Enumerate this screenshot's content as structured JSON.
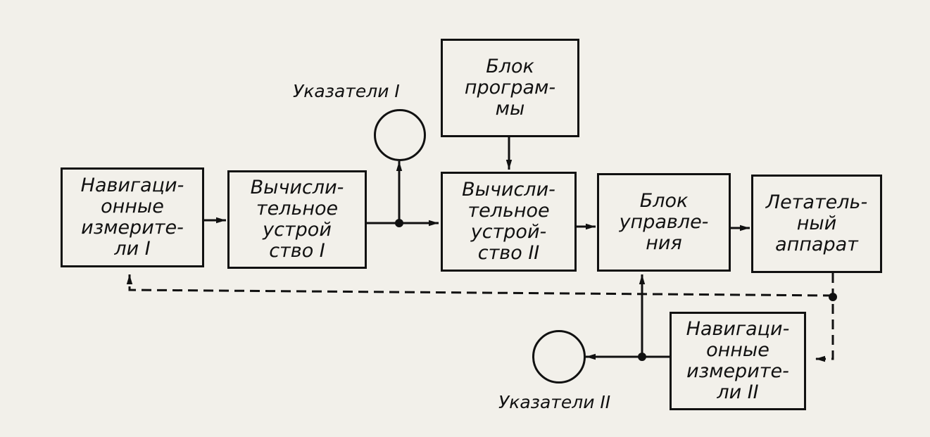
{
  "diagram": {
    "blocks": {
      "nav1": {
        "lines": [
          "Навигаци-",
          "онные",
          "измерите-",
          "ли I"
        ]
      },
      "comp1": {
        "lines": [
          "Вычисли-",
          "тельное",
          "устрой",
          "ство I"
        ]
      },
      "program": {
        "lines": [
          "Блок",
          "програм-",
          "мы"
        ]
      },
      "comp2": {
        "lines": [
          "Вычисли-",
          "тельное",
          "устрой-",
          "ство II"
        ]
      },
      "control": {
        "lines": [
          "Блок",
          "управле-",
          "ния"
        ]
      },
      "aircraft": {
        "lines": [
          "Летатель-",
          "ный",
          "аппарат"
        ]
      },
      "nav2": {
        "lines": [
          "Навигаци-",
          "онные",
          "измерите-",
          "ли II"
        ]
      }
    },
    "indicators": {
      "ind1": {
        "label": "Указатели I"
      },
      "ind2": {
        "label": "Указатели II"
      }
    }
  }
}
